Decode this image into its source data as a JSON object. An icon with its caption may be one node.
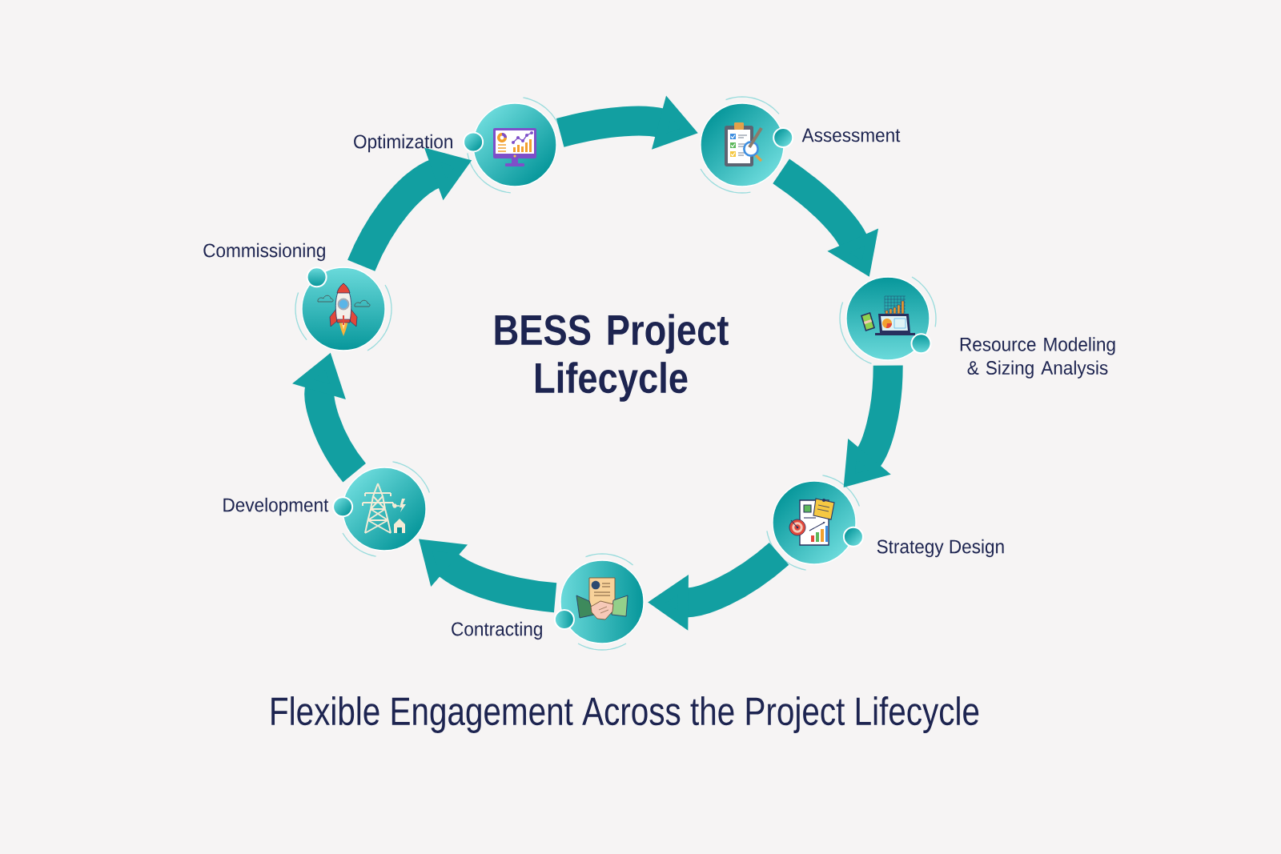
{
  "diagram": {
    "title": "BESS Project Lifecycle",
    "caption": "Flexible Engagement Across the Project Lifecycle",
    "nodes": [
      {
        "text": [
          "Optimization"
        ]
      },
      {
        "text": [
          "Assessment"
        ]
      },
      {
        "text": [
          "Resource Modeling & Sizing Analysis"
        ]
      },
      {
        "text": [
          "Strategy Design"
        ]
      },
      {
        "text": [
          "Contracting"
        ]
      },
      {
        "text": [
          "Development"
        ]
      },
      {
        "text": [
          "Commissioning"
        ]
      }
    ],
    "edges": [
      {
        "from": 0,
        "to": 1,
        "arrow": "to"
      },
      {
        "from": 1,
        "to": 2,
        "arrow": "to"
      },
      {
        "from": 2,
        "to": 3,
        "arrow": "to"
      },
      {
        "from": 3,
        "to": 4,
        "arrow": "to"
      },
      {
        "from": 4,
        "to": 5,
        "arrow": "to"
      },
      {
        "from": 5,
        "to": 6,
        "arrow": "to"
      },
      {
        "from": 6,
        "to": 0,
        "arrow": "to"
      }
    ]
  }
}
